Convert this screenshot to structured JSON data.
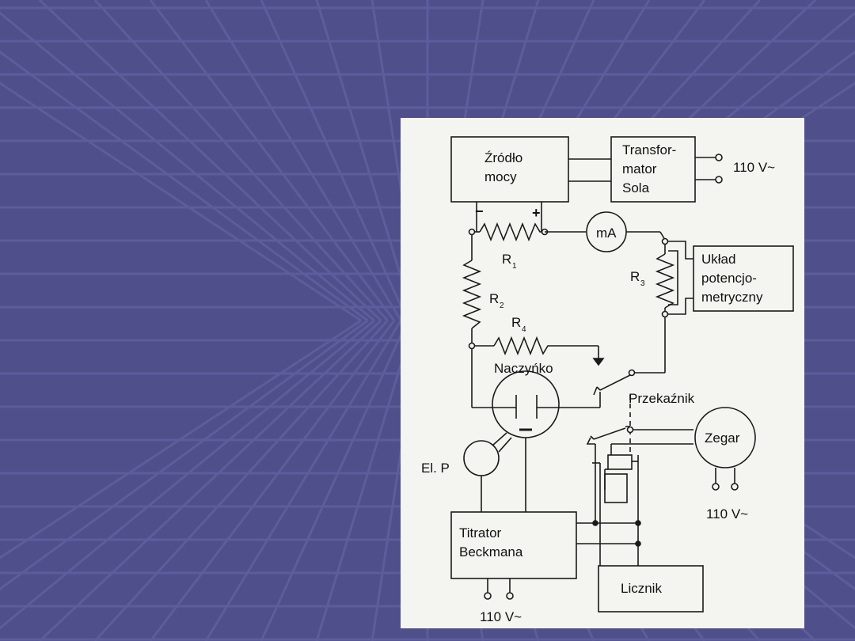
{
  "slide": {
    "background_color": "#4f4f8c",
    "grid_color": "#6a6aa8"
  },
  "diagram": {
    "blocks": {
      "power_source": [
        "Źródło",
        "mocy"
      ],
      "transformer": [
        "Transfor-",
        "mator",
        "Sola"
      ],
      "potentiometric": [
        "Układ",
        "potencjo-",
        "metryczny"
      ],
      "titrator": [
        "Titrator",
        "Beckmana"
      ],
      "counter": "Licznik",
      "clock": "Zegar",
      "ammeter": "mA"
    },
    "labels": {
      "minus": "−",
      "plus": "+",
      "r1": "R",
      "r1_sub": "1",
      "r2": "R",
      "r2_sub": "2",
      "r3": "R",
      "r3_sub": "3",
      "r4": "R",
      "r4_sub": "4",
      "vessel": "Naczyńko",
      "relay": "Przekaźnik",
      "electrode": "El. P",
      "voltage_transformer": "110 V~",
      "voltage_clock": "110 V~",
      "voltage_titrator": "110 V~"
    }
  }
}
